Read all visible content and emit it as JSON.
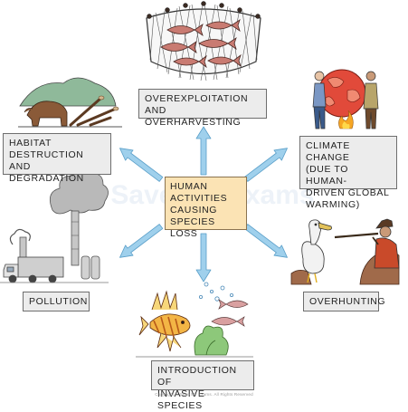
{
  "center": {
    "text": "HUMAN\nACTIVITIES\nCAUSING\nSPECIES LOSS"
  },
  "boxes": {
    "overexploitation": "OVEREXPLOITATION\nAND OVERHARVESTING",
    "climate": "CLIMATE CHANGE\n(DUE TO HUMAN-\nDRIVEN GLOBAL\nWARMING)",
    "habitat": "HABITAT\nDESTRUCTION\nAND DEGRADATION",
    "pollution": "POLLUTION",
    "overhunting": "OVERHUNTING",
    "invasive": "INTRODUCTION OF\nINVASIVE SPECIES"
  },
  "watermark": "Save My Exams",
  "copyright": "Copyright © Save My Exams. All Rights Reserved",
  "colors": {
    "arrow": "#9fd0ec",
    "arrow_edge": "#5a9fc9",
    "box_fill": "#ececec",
    "center_fill": "#fbe3b4"
  }
}
